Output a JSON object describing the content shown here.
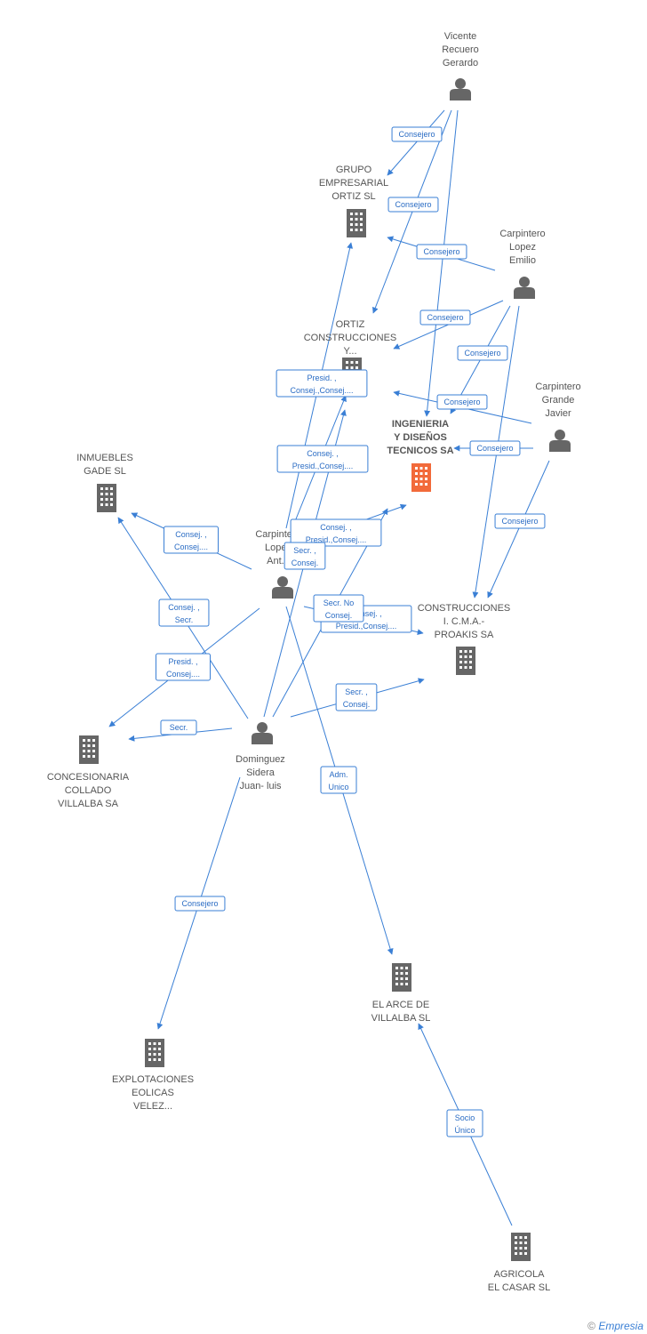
{
  "colors": {
    "edge": "#3a7fd5",
    "person": "#666666",
    "company": "#666666",
    "highlight": "#f26a3a"
  },
  "nodes": [
    {
      "id": "vicente",
      "type": "person",
      "label": [
        "Vicente",
        "Recuero",
        "Gerardo"
      ]
    },
    {
      "id": "grupo",
      "type": "company",
      "label": [
        "GRUPO",
        "EMPRESARIAL",
        "ORTIZ SL"
      ]
    },
    {
      "id": "emilio",
      "type": "person",
      "label": [
        "Carpintero",
        "Lopez",
        "Emilio"
      ]
    },
    {
      "id": "ortiz",
      "type": "company",
      "label": [
        "ORTIZ",
        "CONSTRUCCIONES",
        "Y..."
      ]
    },
    {
      "id": "javier",
      "type": "person",
      "label": [
        "Carpintero",
        "Grande",
        "Javier"
      ]
    },
    {
      "id": "ingenieria",
      "type": "company",
      "main": true,
      "label": [
        "INGENIERIA",
        "Y DISEÑOS",
        "TECNICOS SA"
      ]
    },
    {
      "id": "inmuebles",
      "type": "company",
      "label": [
        "INMUEBLES",
        "GADE SL"
      ]
    },
    {
      "id": "antonio",
      "type": "person",
      "label": [
        "Carpintero",
        "Lopez",
        "Ant..."
      ]
    },
    {
      "id": "cima",
      "type": "company",
      "label": [
        "CONSTRUCCIONES",
        "I. C.M.A.-",
        "PROAKIS SA"
      ]
    },
    {
      "id": "concesionaria",
      "type": "company",
      "label": [
        "CONCESIONARIA",
        "COLLADO",
        "VILLALBA SA"
      ]
    },
    {
      "id": "dominguez",
      "type": "person",
      "label": [
        "Dominguez",
        "Sidera",
        "Juan- luis"
      ]
    },
    {
      "id": "arce",
      "type": "company",
      "label": [
        "EL ARCE DE",
        "VILLALBA SL"
      ]
    },
    {
      "id": "explotaciones",
      "type": "company",
      "label": [
        "EXPLOTACIONES",
        "EOLICAS",
        "VELEZ..."
      ]
    },
    {
      "id": "agricola",
      "type": "company",
      "label": [
        "AGRICOLA",
        "EL CASAR SL"
      ]
    }
  ],
  "edges": [
    {
      "from": "vicente",
      "to": "grupo",
      "label": [
        "Consejero"
      ]
    },
    {
      "from": "vicente",
      "to": "ortiz",
      "label": [
        "Consejero"
      ]
    },
    {
      "from": "vicente",
      "to": "ingenieria",
      "label": []
    },
    {
      "from": "emilio",
      "to": "grupo",
      "label": [
        "Consejero"
      ]
    },
    {
      "from": "emilio",
      "to": "ortiz",
      "label": [
        "Consejero"
      ]
    },
    {
      "from": "emilio",
      "to": "ingenieria",
      "label": [
        "Consejero"
      ]
    },
    {
      "from": "emilio",
      "to": "cima",
      "label": []
    },
    {
      "from": "javier",
      "to": "ortiz",
      "label": [
        "Consejero"
      ]
    },
    {
      "from": "javier",
      "to": "ingenieria",
      "label": [
        "Consejero"
      ]
    },
    {
      "from": "javier",
      "to": "cima",
      "label": [
        "Consejero"
      ]
    },
    {
      "from": "antonio",
      "to": "inmuebles",
      "label": [
        "Consej. ,",
        "Consej...."
      ]
    },
    {
      "from": "antonio",
      "to": "ingenieria",
      "label": [
        "Consej. ,",
        "Presid.,Consej...."
      ]
    },
    {
      "from": "antonio",
      "to": "grupo",
      "label": [
        "Presid. ,",
        "Consej.,Consej...."
      ]
    },
    {
      "from": "antonio",
      "to": "ortiz",
      "label": [
        "Consej. ,",
        "Presid.,Consej...."
      ]
    },
    {
      "from": "antonio",
      "to": "concesionaria",
      "label": [
        "Presid. ,",
        "Consej...."
      ]
    },
    {
      "from": "antonio",
      "to": "cima",
      "label": [
        "Consej. ,",
        "Presid.,Consej...."
      ]
    },
    {
      "from": "antonio",
      "to": "arce",
      "label": [
        "Adm.",
        "Unico"
      ]
    },
    {
      "from": "dominguez",
      "to": "inmuebles",
      "label": [
        "Consej. ,",
        "Secr."
      ]
    },
    {
      "from": "dominguez",
      "to": "concesionaria",
      "label": [
        "Secr."
      ]
    },
    {
      "from": "dominguez",
      "to": "cima",
      "label": [
        "Secr. ,",
        "Consej."
      ]
    },
    {
      "from": "dominguez",
      "to": "ingenieria",
      "label": [
        "Secr.  No",
        "Consej."
      ]
    },
    {
      "from": "dominguez",
      "to": "ortiz",
      "label": [
        "Secr. ,",
        "Consej."
      ]
    },
    {
      "from": "dominguez",
      "to": "explotaciones",
      "label": [
        "Consejero"
      ]
    },
    {
      "from": "agricola",
      "to": "arce",
      "label": [
        "Socio",
        "Único"
      ]
    }
  ],
  "footer": {
    "copyright": "©",
    "brand": "Empresia"
  }
}
